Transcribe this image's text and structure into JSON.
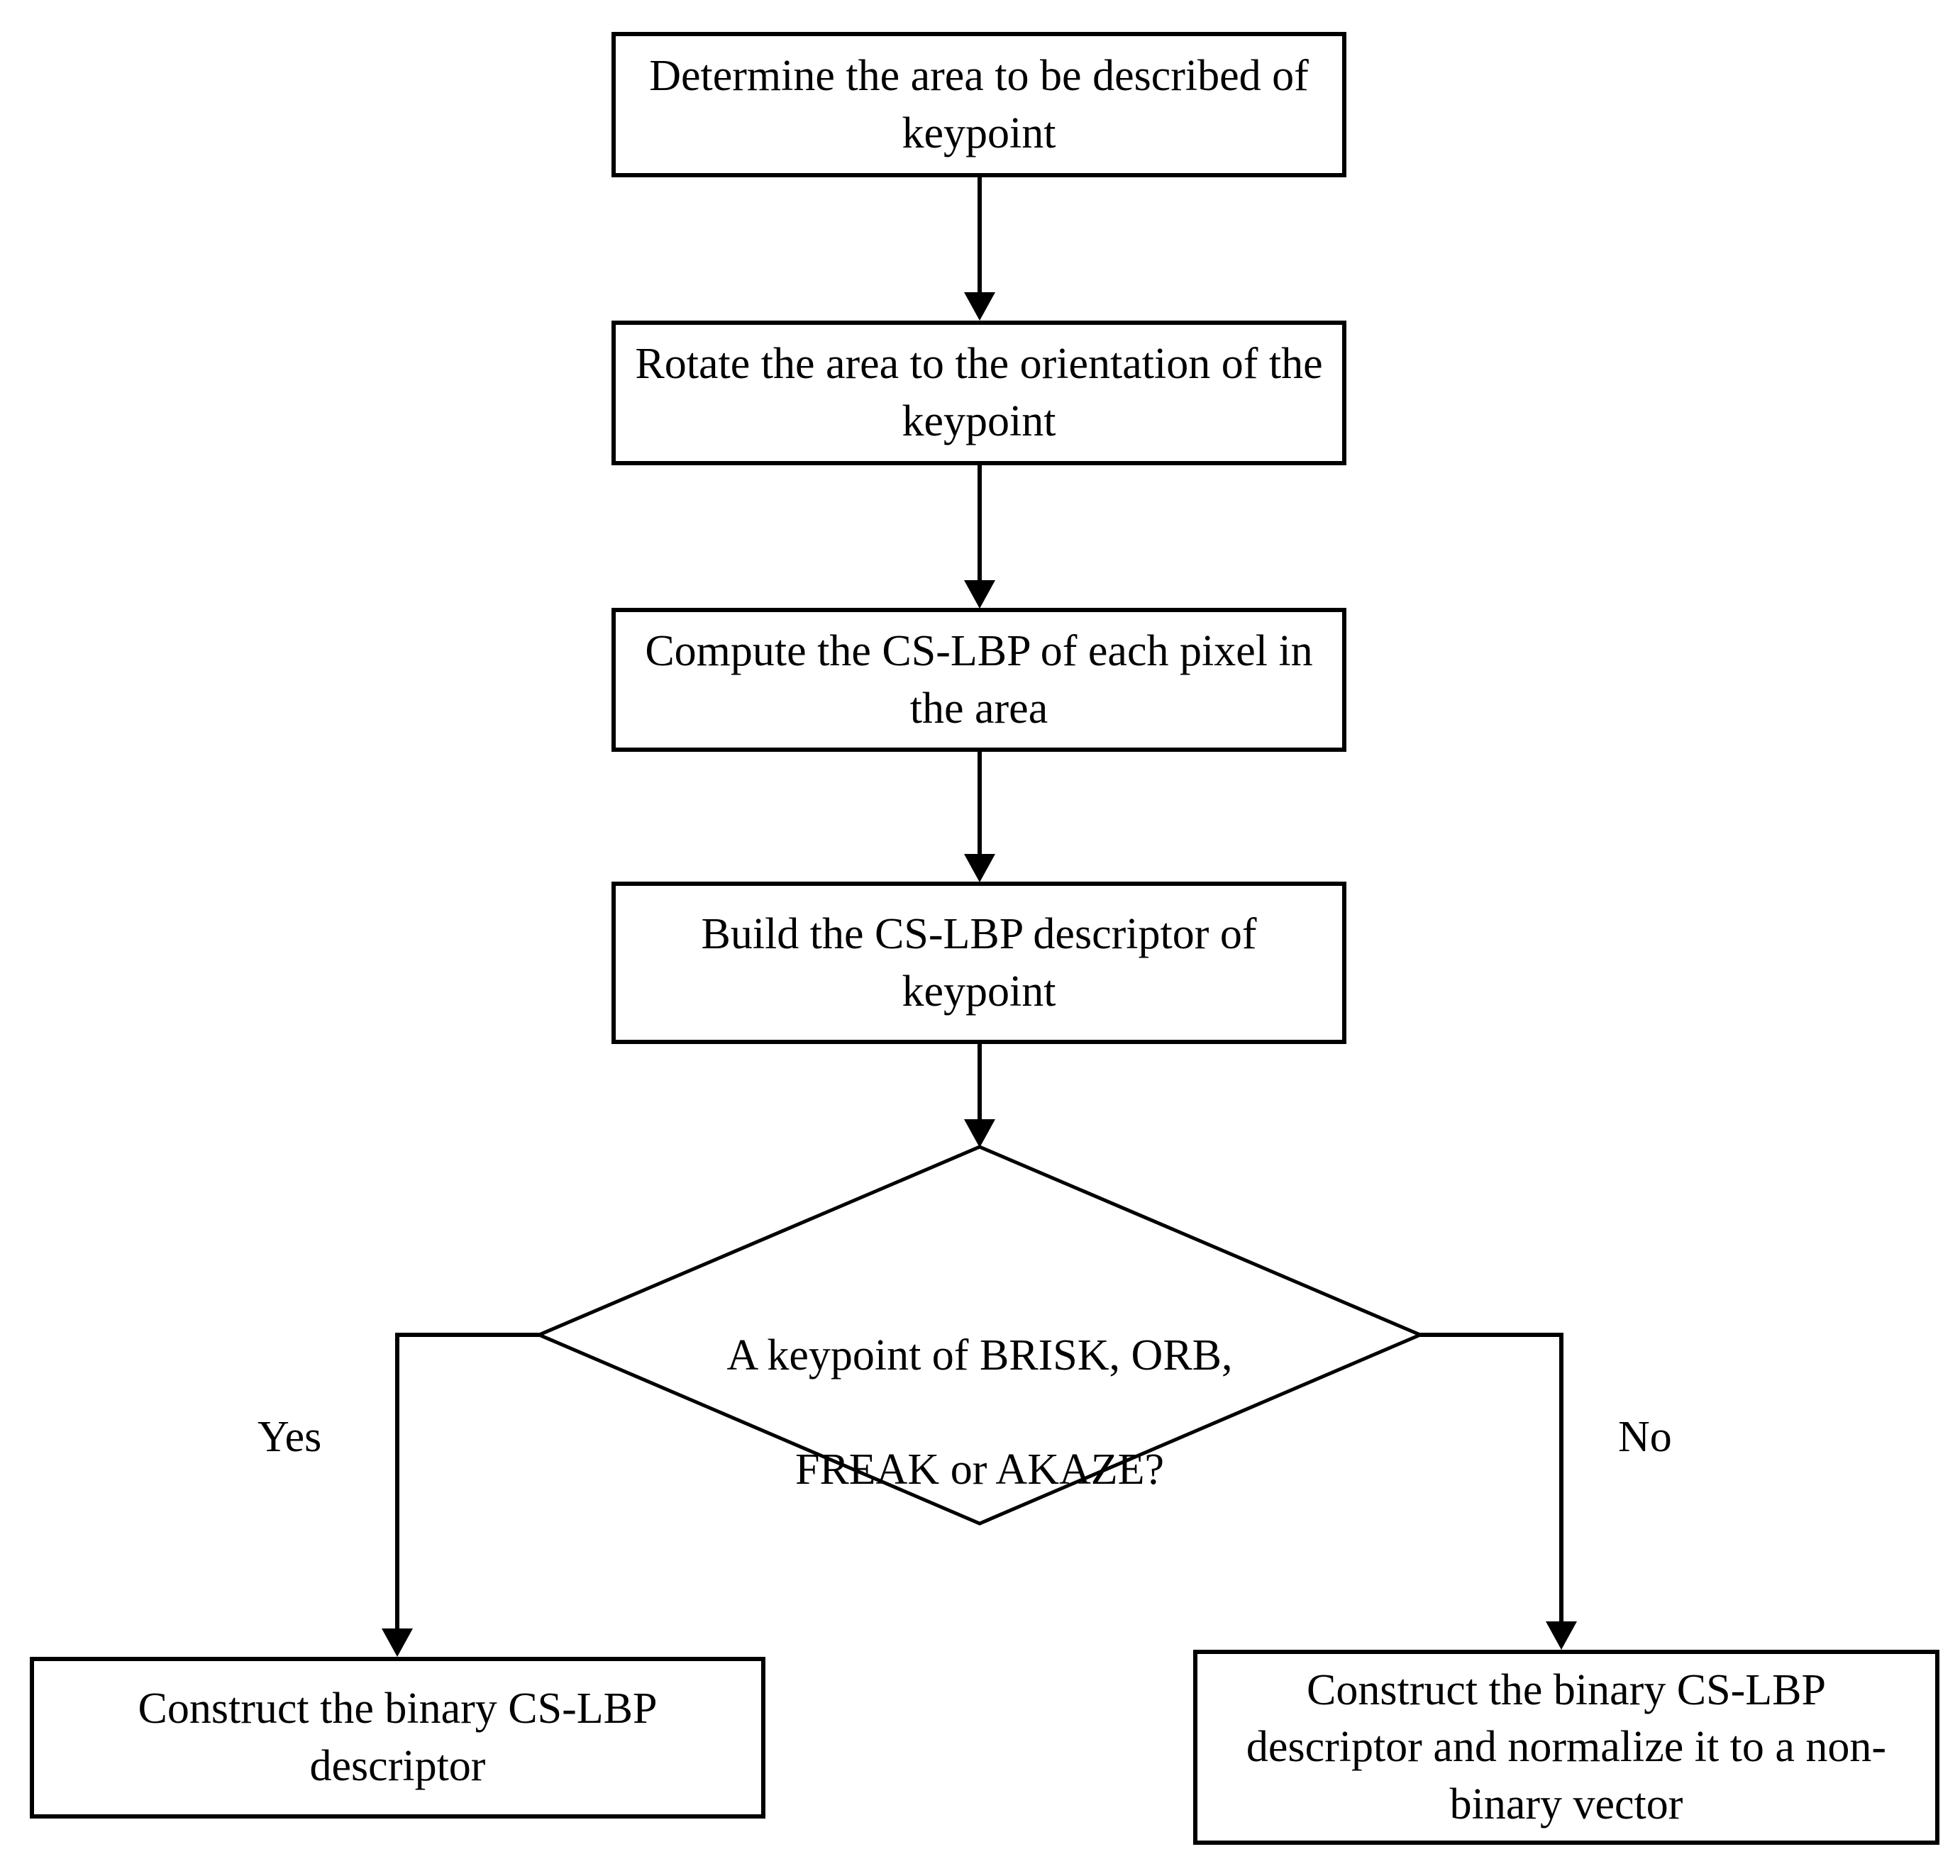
{
  "diagram": {
    "title": "CS-LBP keypoint description flowchart",
    "type": "flowchart",
    "background_color": "#ffffff",
    "line_color": "#000000",
    "text_color": "#000000"
  },
  "nodes": {
    "step1": {
      "shape": "process",
      "text": "Determine the area to be described of keypoint"
    },
    "step2": {
      "shape": "process",
      "text": "Rotate the area to the orientation of the keypoint"
    },
    "step3": {
      "shape": "process",
      "text": "Compute the CS-LBP of each pixel in the area"
    },
    "step4": {
      "shape": "process",
      "text": "Build the CS-LBP descriptor of keypoint"
    },
    "decision": {
      "shape": "decision",
      "line1": "A keypoint of BRISK, ORB,",
      "line2": "FREAK or AKAZE?"
    },
    "outcome_yes": {
      "shape": "process",
      "text": "Construct the binary CS-LBP descriptor"
    },
    "outcome_no": {
      "shape": "process",
      "text": "Construct the binary CS-LBP descriptor and normalize it to a non-binary vector"
    }
  },
  "edges": {
    "yes_label": "Yes",
    "no_label": "No"
  }
}
